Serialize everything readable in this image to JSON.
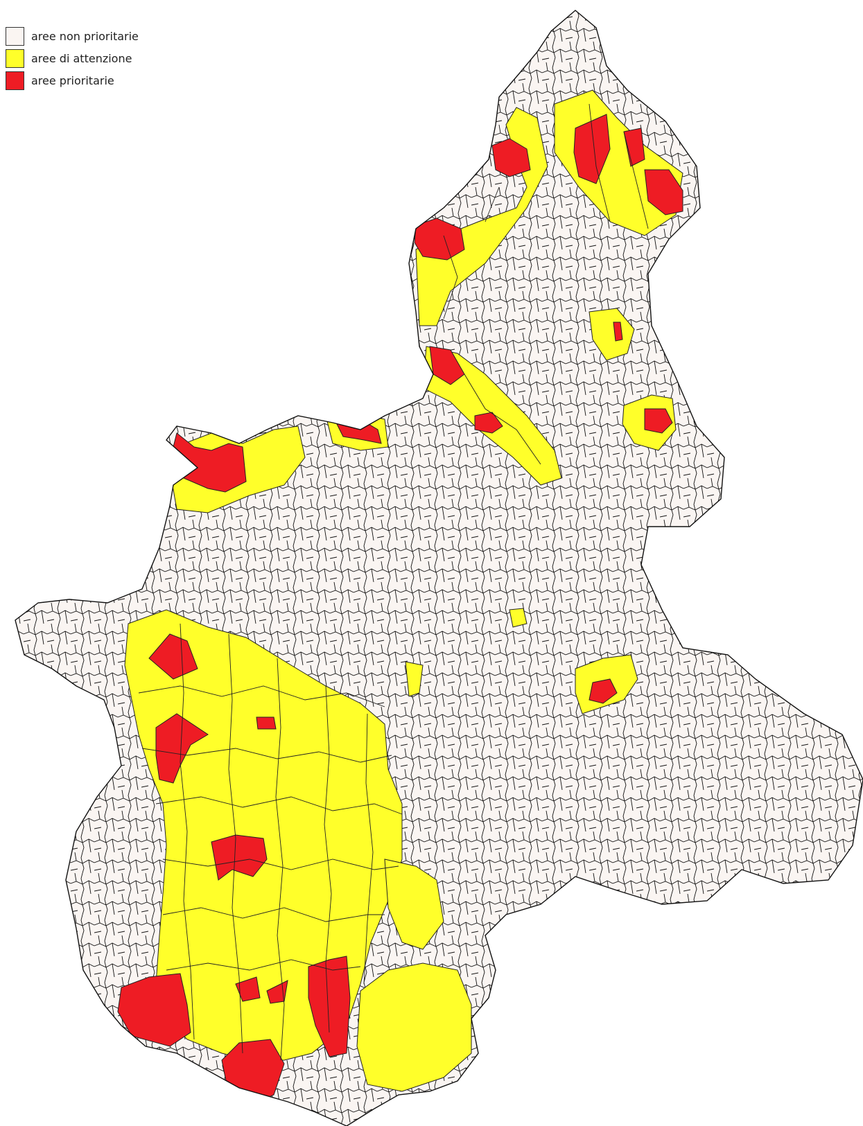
{
  "legend": {
    "items": [
      {
        "label": "aree non prioritarie",
        "color": "#faf5f2"
      },
      {
        "label": "aree di attenzione",
        "color": "#ffff2a"
      },
      {
        "label": "aree prioritarie",
        "color": "#ee1c24"
      }
    ]
  },
  "map": {
    "border_color": "#000000",
    "region_colors": {
      "non_priority": "#faf5f2",
      "attention": "#ffff2a",
      "priority": "#ee1c24"
    }
  }
}
